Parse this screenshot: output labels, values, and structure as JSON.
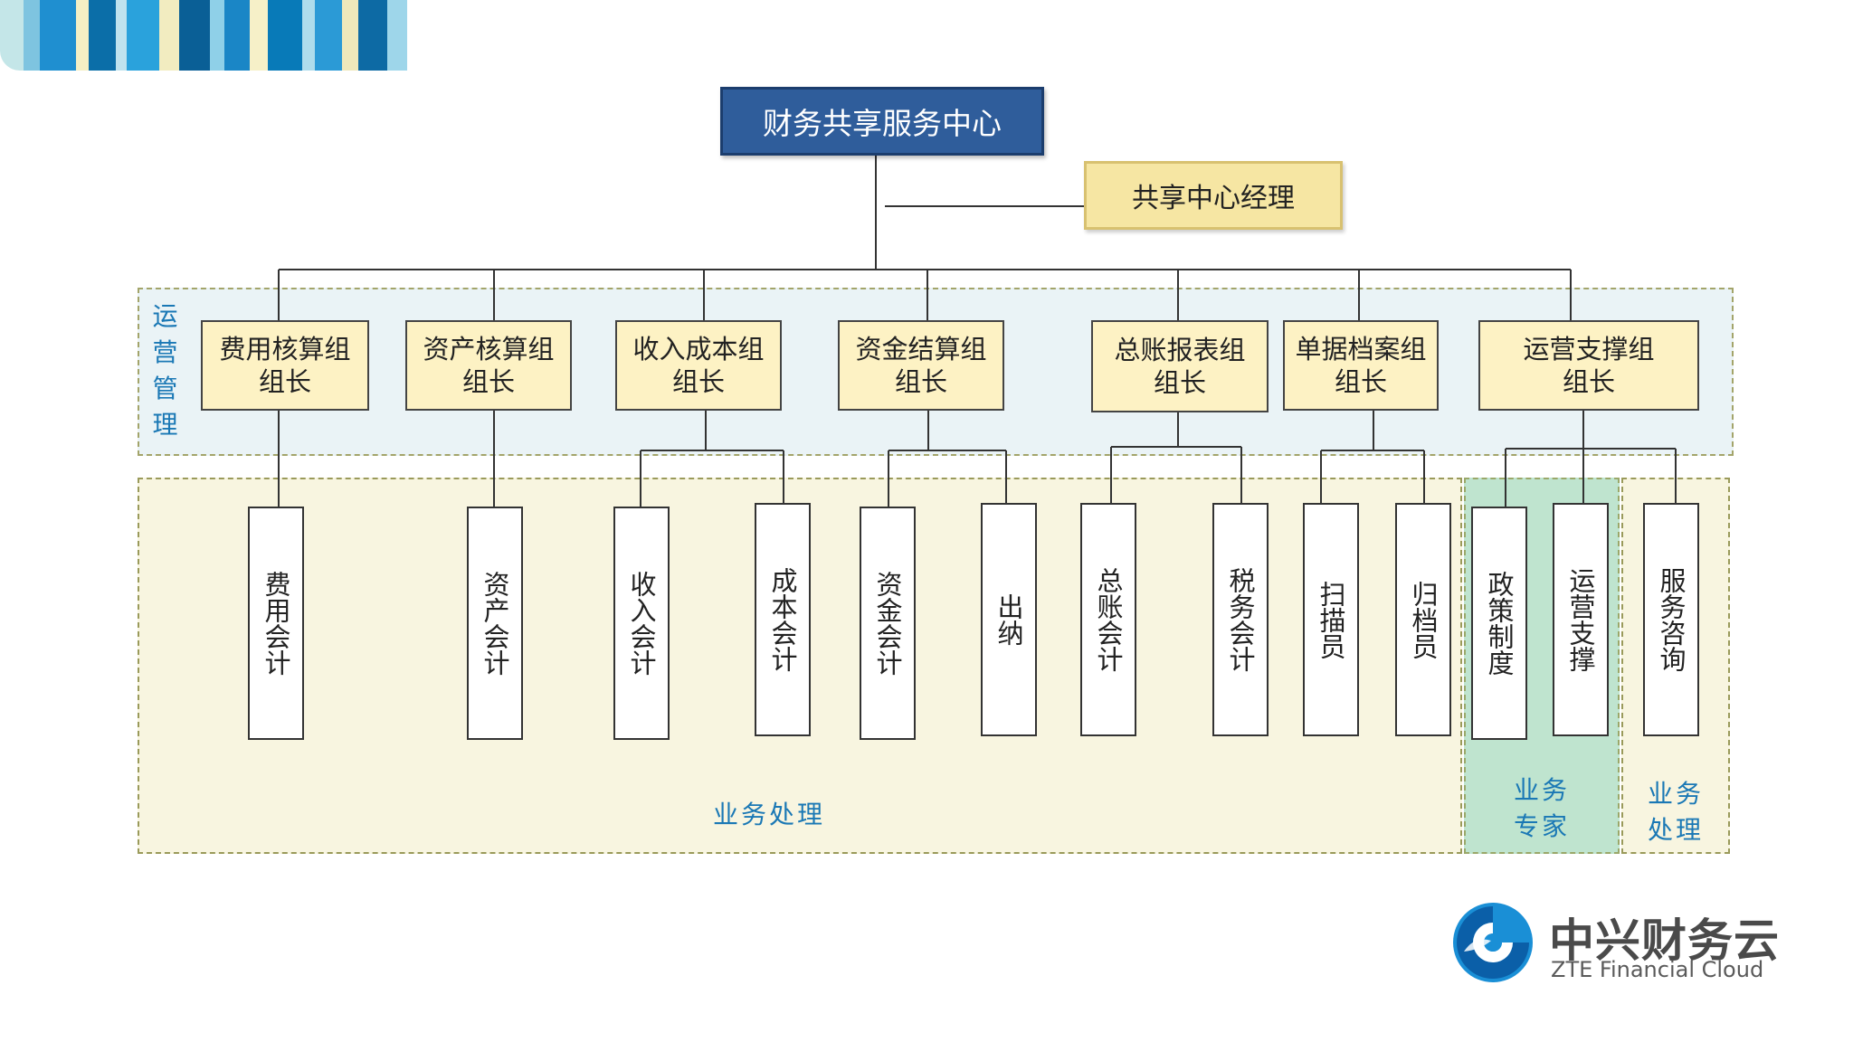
{
  "org": {
    "center": "财务共享服务中心",
    "manager": "共享中心经理"
  },
  "regions": {
    "ops": "运营管理",
    "biz": "业务处理",
    "experts": "业务专家",
    "service": "业务处理"
  },
  "leads": [
    [
      "费用核算组",
      "组长"
    ],
    [
      "资产核算组",
      "组长"
    ],
    [
      "收入成本组",
      "组长"
    ],
    [
      "资金结算组",
      "组长"
    ],
    [
      "总账报表组",
      "组长"
    ],
    [
      "单据档案组",
      "组长"
    ],
    [
      "运营支撑组",
      "组长"
    ]
  ],
  "roles": [
    "费用会计",
    "资产会计",
    "收入会计",
    "成本会计",
    "资金会计",
    "出纳",
    "总账会计",
    "税务会计",
    "扫描员",
    "归档员",
    "政策制度",
    "运营支撑",
    "服务咨询"
  ],
  "logo": {
    "cn": "中兴财务云",
    "en": "ZTE Financial Cloud"
  },
  "colors": {
    "center_fill": "#2f5d9b",
    "manager_fill": "#f6e6a3",
    "lead_fill": "#fdf2c4",
    "ops_region": "#eaf3f6",
    "biz_region": "#f8f5e0",
    "expert_region": "#bfe4cf",
    "label_blue": "#1a78b5"
  }
}
